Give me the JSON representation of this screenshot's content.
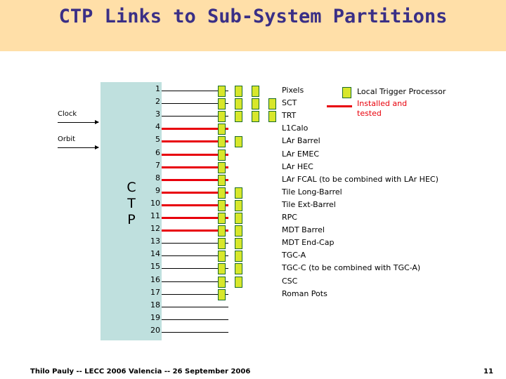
{
  "slide": {
    "title": "CTP Links to Sub-System Partitions",
    "ctp_label": "C\nT\nP",
    "ctp_label_lines": [
      "C",
      "T",
      "P"
    ],
    "colors": {
      "banner": "#ffdfa8",
      "title": "#3a2f86",
      "ctp_block": "#bfe0de",
      "marker_fill": "#d8e72b",
      "marker_border": "#1a6b2a",
      "red_line": "#e8000b"
    }
  },
  "inputs": [
    {
      "label": "Clock"
    },
    {
      "label": "Orbit"
    }
  ],
  "rows": [
    {
      "num": "1",
      "line_red": false,
      "line_width": 95,
      "markers": [
        310,
        334,
        358
      ]
    },
    {
      "num": "2",
      "line_red": false,
      "line_width": 95,
      "markers": [
        310,
        334,
        358,
        382
      ]
    },
    {
      "num": "3",
      "line_red": false,
      "line_width": 95,
      "markers": [
        310,
        334,
        358,
        382
      ]
    },
    {
      "num": "4",
      "line_red": true,
      "line_width": 95,
      "markers": [
        310
      ]
    },
    {
      "num": "5",
      "line_red": true,
      "line_width": 95,
      "markers": [
        310,
        334
      ]
    },
    {
      "num": "6",
      "line_red": true,
      "line_width": 95,
      "markers": [
        310
      ]
    },
    {
      "num": "7",
      "line_red": true,
      "line_width": 95,
      "markers": [
        310
      ]
    },
    {
      "num": "8",
      "line_red": true,
      "line_width": 95,
      "markers": [
        310
      ]
    },
    {
      "num": "9",
      "line_red": true,
      "line_width": 95,
      "markers": [
        310,
        334
      ]
    },
    {
      "num": "10",
      "line_red": true,
      "line_width": 95,
      "markers": [
        310,
        334
      ]
    },
    {
      "num": "11",
      "line_red": true,
      "line_width": 95,
      "markers": [
        310,
        334
      ]
    },
    {
      "num": "12",
      "line_red": true,
      "line_width": 95,
      "markers": [
        310,
        334
      ]
    },
    {
      "num": "13",
      "line_red": false,
      "line_width": 95,
      "markers": [
        310,
        334
      ]
    },
    {
      "num": "14",
      "line_red": false,
      "line_width": 95,
      "markers": [
        310,
        334
      ]
    },
    {
      "num": "15",
      "line_red": false,
      "line_width": 95,
      "markers": [
        310,
        334
      ]
    },
    {
      "num": "16",
      "line_red": false,
      "line_width": 95,
      "markers": [
        310,
        334
      ]
    },
    {
      "num": "17",
      "line_red": false,
      "line_width": 95,
      "markers": [
        310
      ]
    },
    {
      "num": "18",
      "line_red": false,
      "line_width": 95,
      "markers": []
    },
    {
      "num": "19",
      "line_red": false,
      "line_width": 95,
      "markers": []
    },
    {
      "num": "20",
      "line_red": false,
      "line_width": 95,
      "markers": []
    }
  ],
  "subsystems": [
    "Pixels",
    "SCT",
    "TRT",
    "L1Calo",
    "LAr Barrel",
    "LAr EMEC",
    "LAr HEC",
    "LAr FCAL (to be combined with LAr HEC)",
    "Tile  Long-Barrel",
    "Tile  Ext-Barrel",
    "RPC",
    "MDT Barrel",
    "MDT End-Cap",
    "TGC-A",
    "TGC-C (to be combined with TGC-A)",
    "CSC",
    "Roman Pots"
  ],
  "legend": {
    "swatch_label": "Local Trigger Processor",
    "line_label": "Installed and\ntested",
    "line_label_line1": "Installed and",
    "line_label_line2": "tested"
  },
  "footer": {
    "text": "Thilo Pauly -- LECC 2006 Valencia --  26 September 2006",
    "page": "11"
  }
}
